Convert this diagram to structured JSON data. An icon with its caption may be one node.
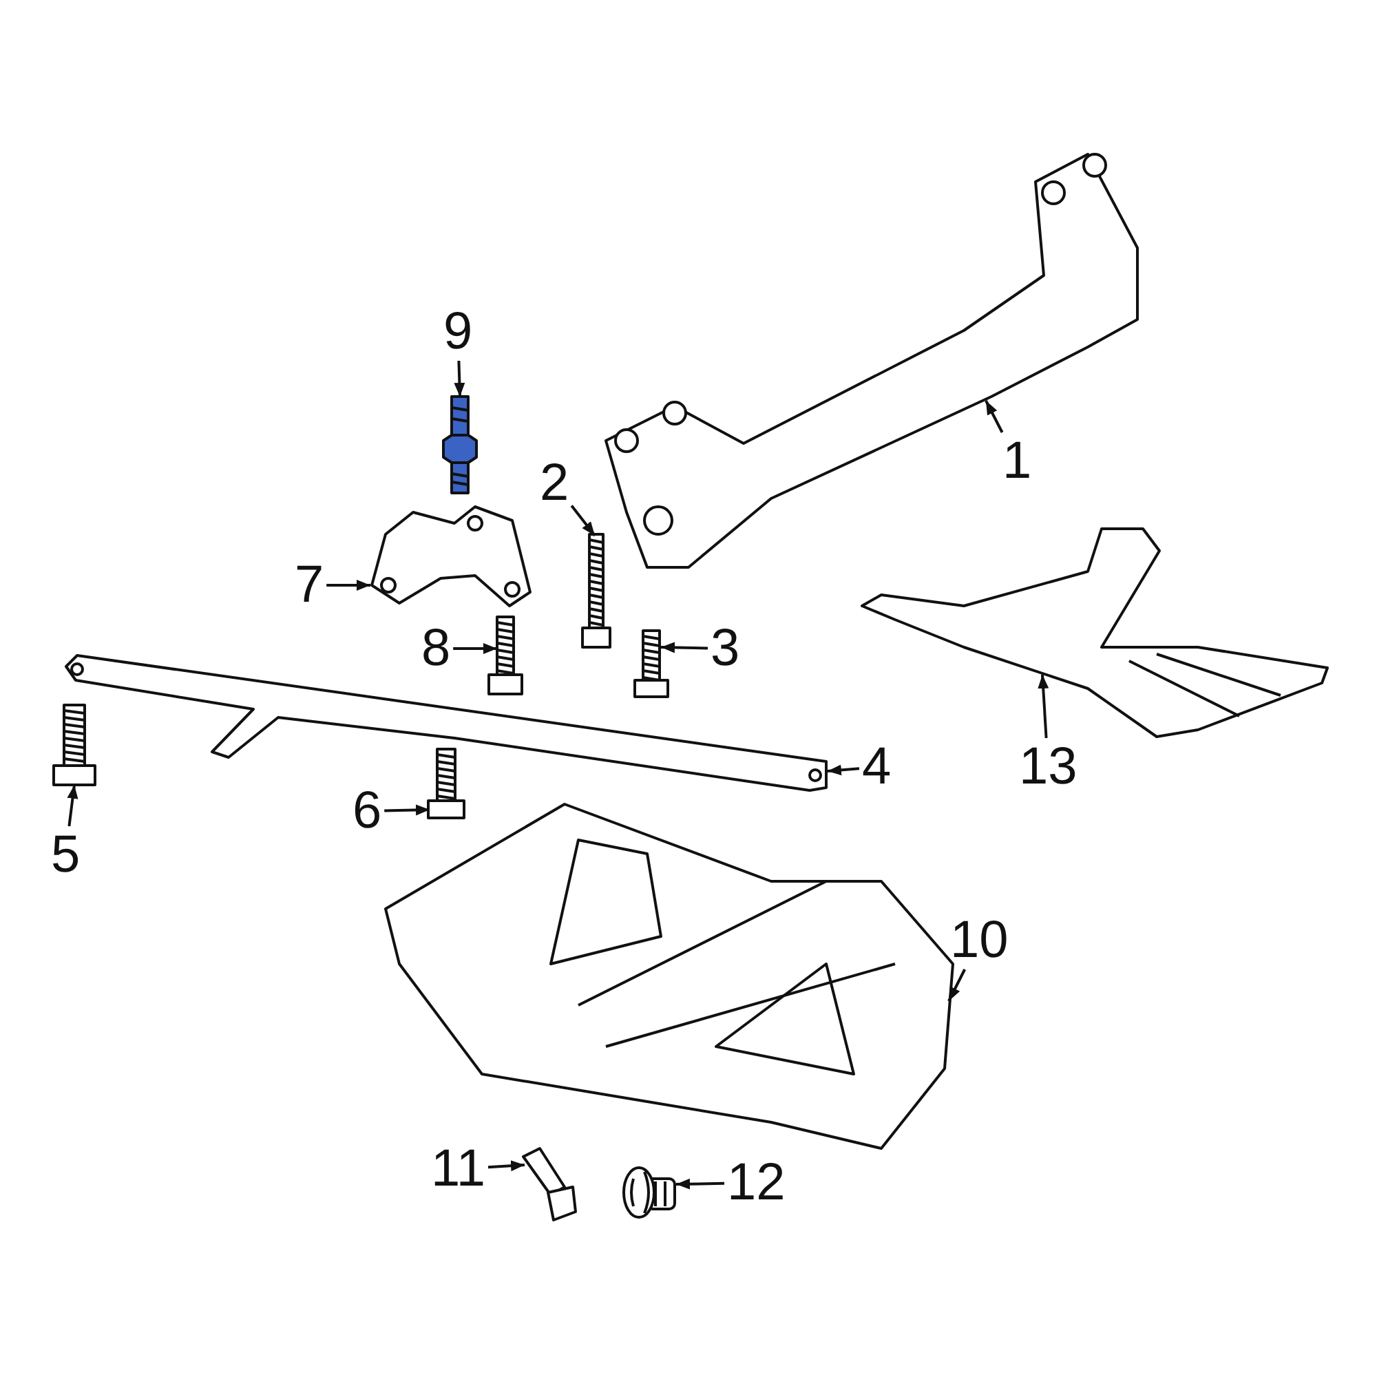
{
  "diagram": {
    "nodes": [
      {
        "text": [
          "1"
        ]
      },
      {
        "text": [
          "2"
        ]
      },
      {
        "text": [
          "3"
        ]
      },
      {
        "text": [
          "4"
        ]
      },
      {
        "text": [
          "5"
        ]
      },
      {
        "text": [
          "6"
        ]
      },
      {
        "text": [
          "7"
        ]
      },
      {
        "text": [
          "8"
        ]
      },
      {
        "text": [
          "9"
        ]
      },
      {
        "text": [
          "10"
        ]
      },
      {
        "text": [
          "11"
        ]
      },
      {
        "text": [
          "12"
        ]
      },
      {
        "text": [
          "13"
        ]
      },
      {
        "text": [],
        "shape": "picture"
      },
      {
        "text": [],
        "shape": "picture"
      },
      {
        "text": [],
        "shape": "picture"
      },
      {
        "text": [],
        "shape": "picture"
      },
      {
        "text": [],
        "shape": "picture"
      },
      {
        "text": [],
        "shape": "picture"
      },
      {
        "text": [],
        "shape": "picture"
      },
      {
        "text": [],
        "shape": "picture"
      },
      {
        "text": [],
        "shape": "picture"
      },
      {
        "text": [],
        "shape": "picture"
      },
      {
        "text": [],
        "shape": "picture"
      },
      {
        "text": [],
        "shape": "picture"
      },
      {
        "text": [],
        "shape": "picture"
      }
    ],
    "edges": [
      {
        "from": 0,
        "to": 13,
        "arrow": "to"
      },
      {
        "from": 1,
        "to": 14,
        "arrow": "to"
      },
      {
        "from": 2,
        "to": 15,
        "arrow": "to"
      },
      {
        "from": 3,
        "to": 16,
        "arrow": "to"
      },
      {
        "from": 4,
        "to": 17,
        "arrow": "to"
      },
      {
        "from": 5,
        "to": 18,
        "arrow": "to"
      },
      {
        "from": 6,
        "to": 19,
        "arrow": "to"
      },
      {
        "from": 7,
        "to": 20,
        "arrow": "to"
      },
      {
        "from": 8,
        "to": 21,
        "arrow": "to"
      },
      {
        "from": 9,
        "to": 22,
        "arrow": "to"
      },
      {
        "from": 10,
        "to": 23,
        "arrow": "to"
      },
      {
        "from": 11,
        "to": 24,
        "arrow": "to"
      },
      {
        "from": 12,
        "to": 25,
        "arrow": "to"
      }
    ]
  }
}
